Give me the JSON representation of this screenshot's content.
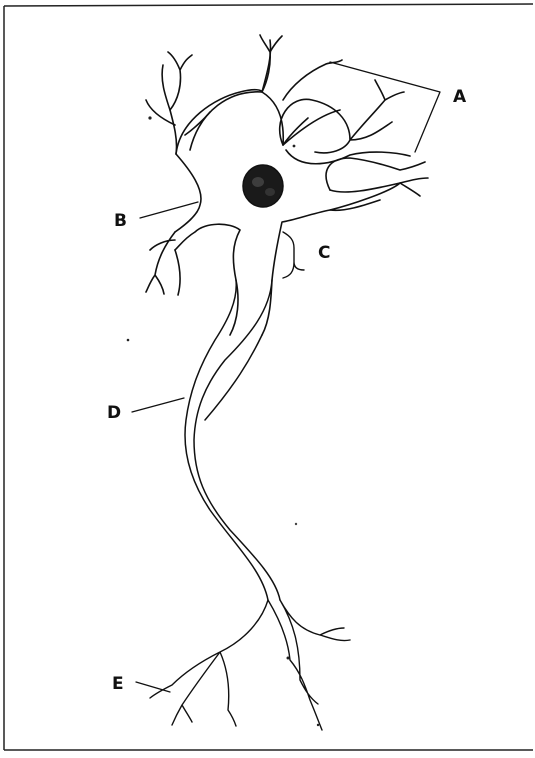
{
  "diagram": {
    "labels": {
      "a": "A",
      "b": "B",
      "c": "C",
      "d": "D",
      "e": "E"
    },
    "colors": {
      "ink": "#111111",
      "nucleus": "#1a1a1a",
      "background": "#ffffff"
    }
  }
}
